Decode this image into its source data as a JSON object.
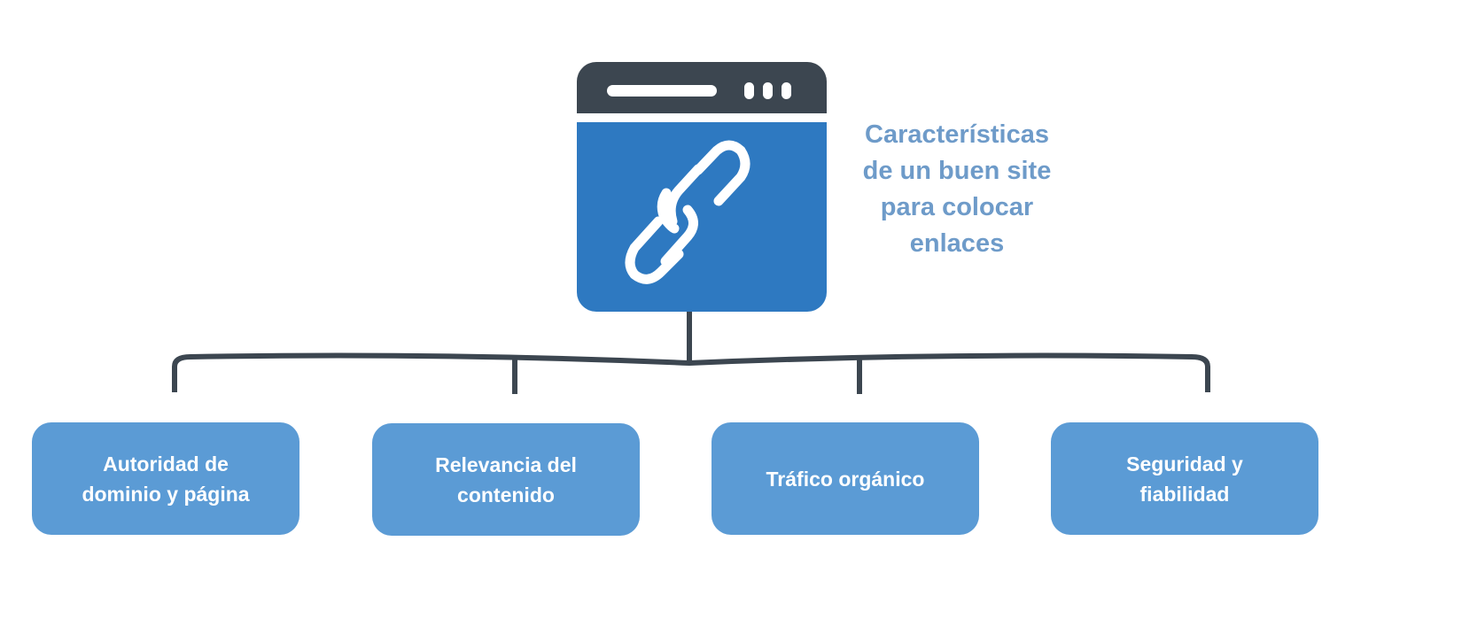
{
  "title_lines": [
    "Características",
    "de un buen site",
    "para colocar",
    "enlaces"
  ],
  "items": [
    {
      "lines": [
        "Autoridad de",
        "dominio y página"
      ]
    },
    {
      "lines": [
        "Relevancia del",
        "contenido"
      ]
    },
    {
      "lines": [
        "Tráfico orgánico"
      ]
    },
    {
      "lines": [
        "Seguridad y",
        "fiabilidad"
      ]
    }
  ],
  "colors": {
    "dark": "#3c4650",
    "blue": "#2e79c1",
    "title": "#6e9bc9",
    "box": "#5b9bd5"
  }
}
